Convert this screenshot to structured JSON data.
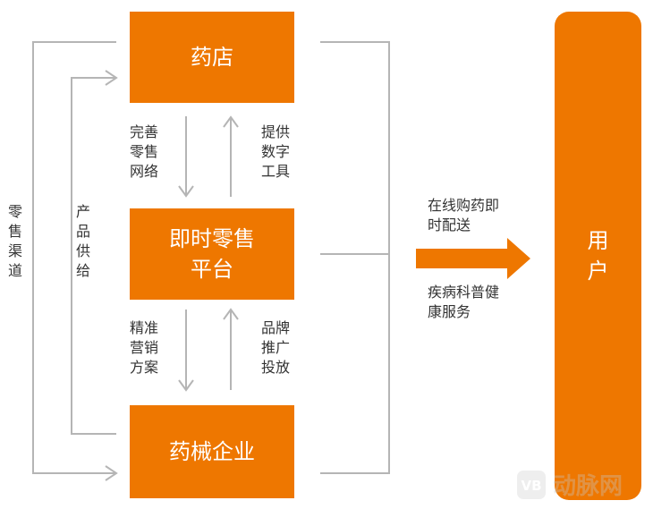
{
  "nodes": {
    "pharmacy": "药店",
    "platform": "即时零售平台",
    "enterprise": "药械企业",
    "user": "用户"
  },
  "edges": {
    "improve_retail_network": "完善零售网络",
    "provide_digital_tools": "提供数字工具",
    "precision_marketing": "精准营销方案",
    "brand_placement": "品牌推广投放",
    "retail_channel": "零售渠道",
    "product_supply": "产品供给"
  },
  "services": {
    "online_purchase": "在线购药即时配送",
    "disease_education": "疾病科普健康服务"
  },
  "watermark": {
    "text": "动脉网",
    "logo": "VB"
  }
}
